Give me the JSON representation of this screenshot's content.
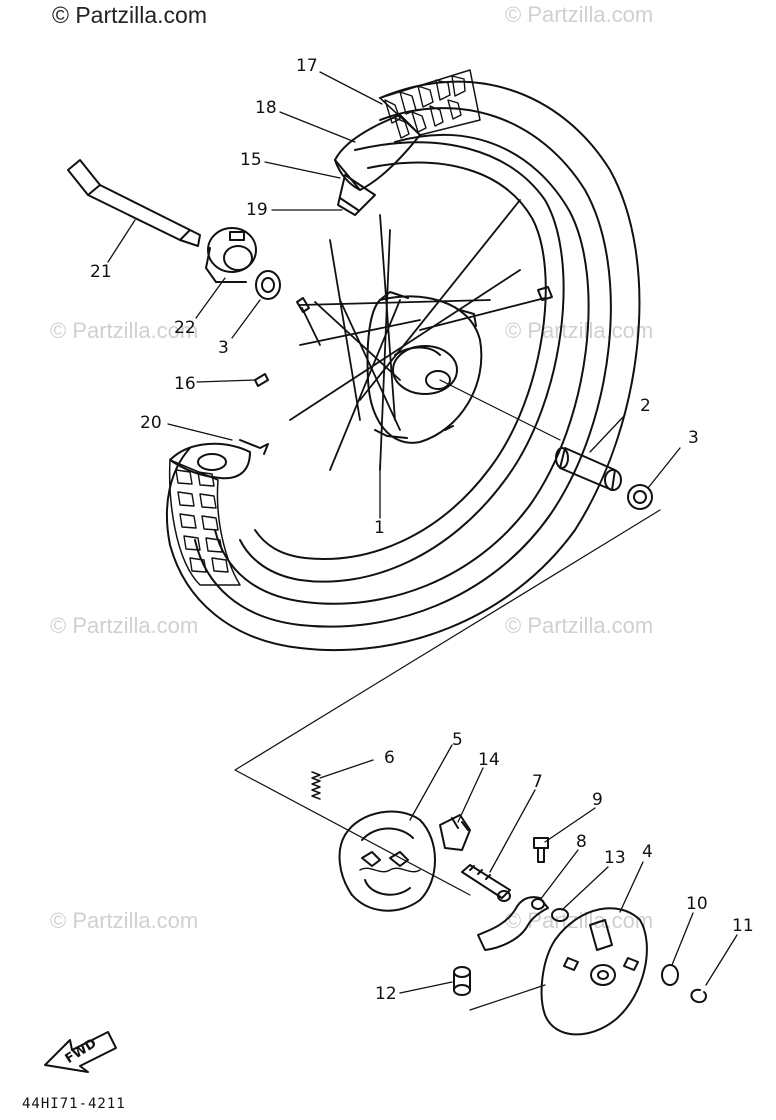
{
  "watermark": {
    "top_left": "© Partzilla.com",
    "repeat": "© Partzilla.com"
  },
  "diagram_code": "44HI71-4211",
  "direction_marker": "FWD",
  "callouts": {
    "c1": "1",
    "c2": "2",
    "c3a": "3",
    "c3b": "3",
    "c4": "4",
    "c5": "5",
    "c6": "6",
    "c7": "7",
    "c8": "8",
    "c9": "9",
    "c10": "10",
    "c11": "11",
    "c12": "12",
    "c13": "13",
    "c14": "14",
    "c15": "15",
    "c16": "16",
    "c17": "17",
    "c18": "18",
    "c19": "19",
    "c20": "20",
    "c21": "21",
    "c22": "22"
  }
}
